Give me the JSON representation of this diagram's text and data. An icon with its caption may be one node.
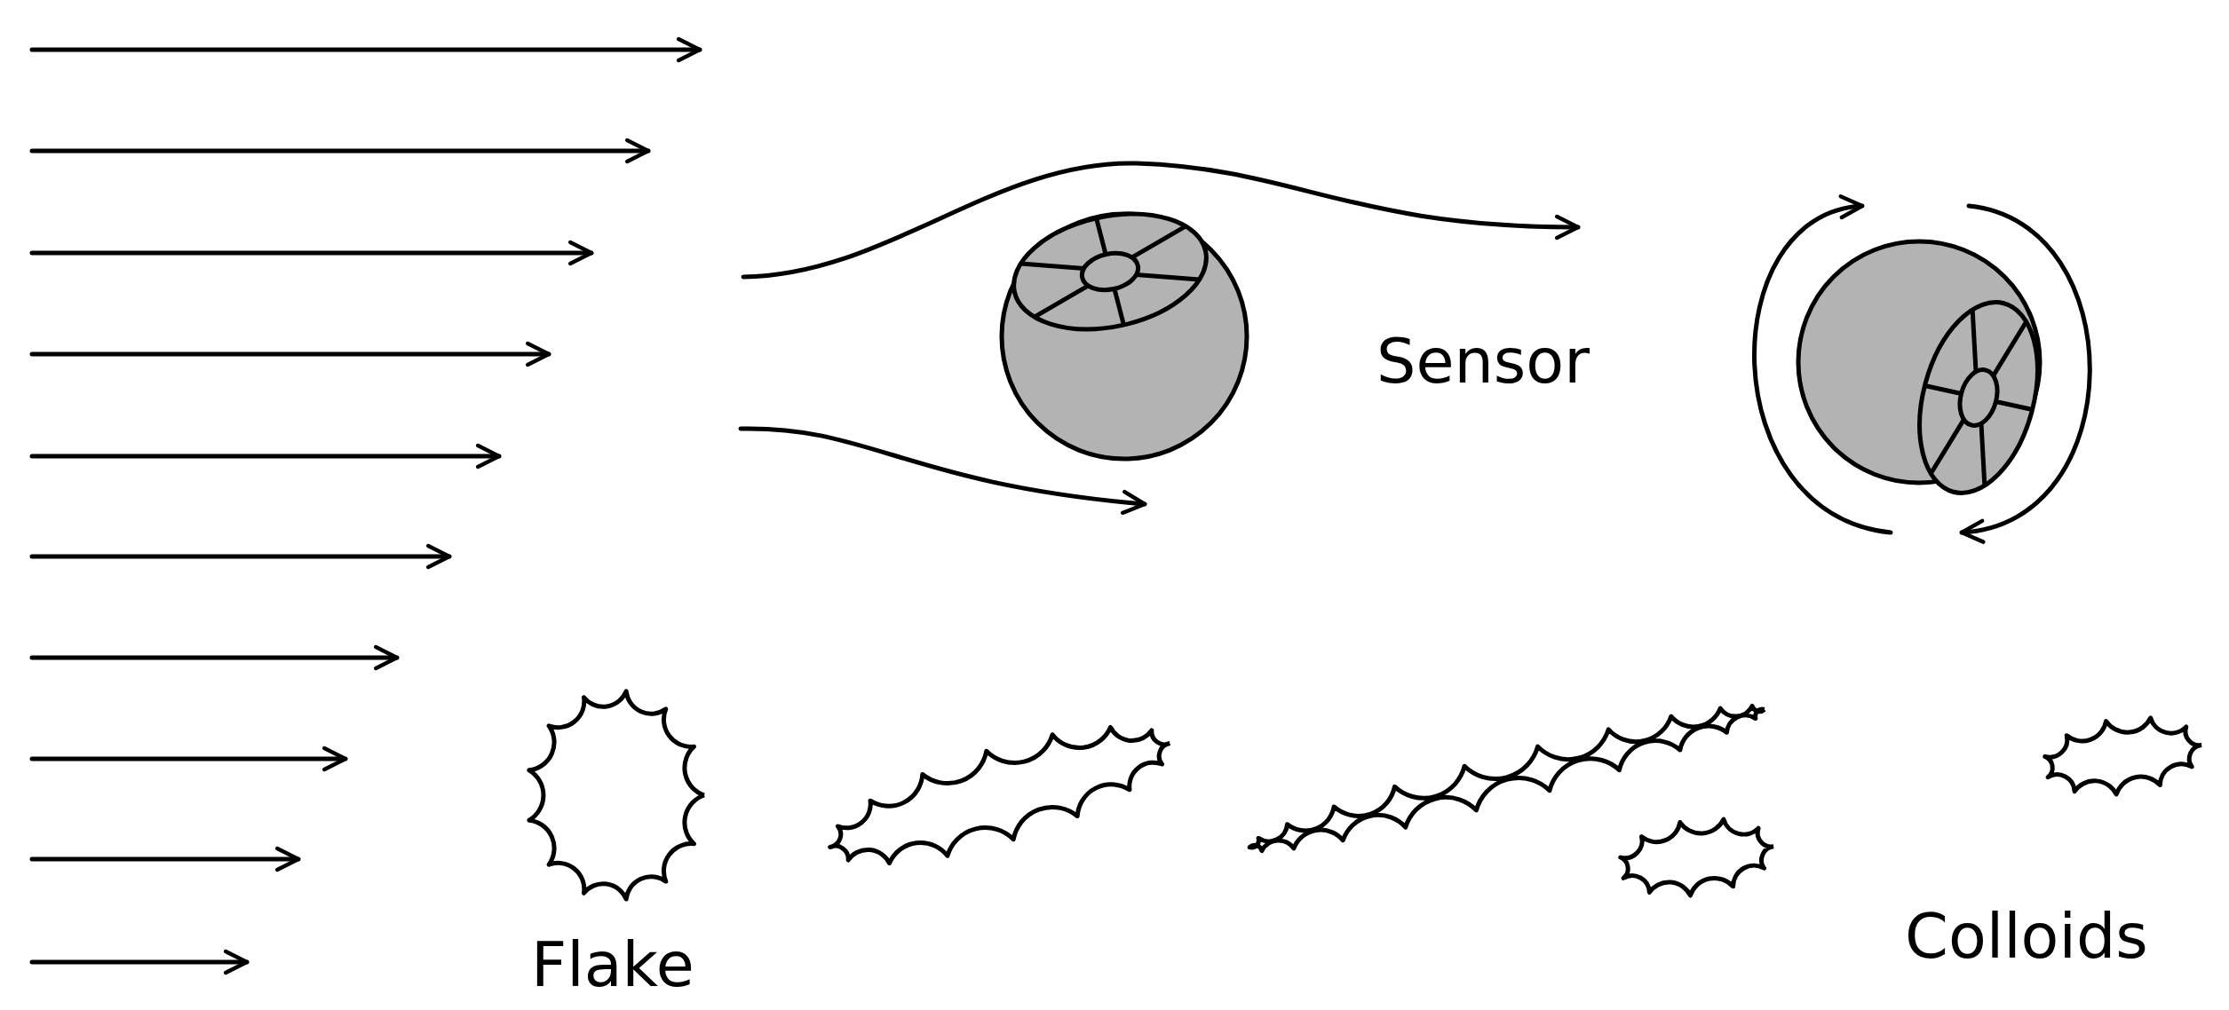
{
  "diagram": {
    "labels": [
      "Sensor",
      "Flake",
      "Colloids"
    ]
  }
}
